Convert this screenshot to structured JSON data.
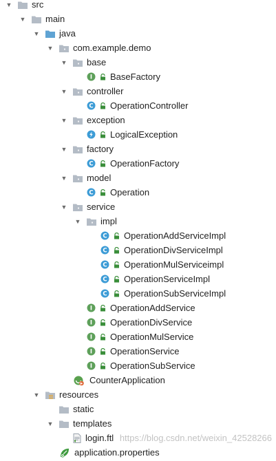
{
  "tree": [
    {
      "label": "src",
      "depth": 0,
      "expanded": true,
      "icon": "folder",
      "lock": false
    },
    {
      "label": "main",
      "depth": 1,
      "expanded": true,
      "icon": "folder",
      "lock": false
    },
    {
      "label": "java",
      "depth": 2,
      "expanded": true,
      "icon": "source-folder",
      "lock": false
    },
    {
      "label": "com.example.demo",
      "depth": 3,
      "expanded": true,
      "icon": "package",
      "lock": false
    },
    {
      "label": "base",
      "depth": 4,
      "expanded": true,
      "icon": "package",
      "lock": false
    },
    {
      "label": "BaseFactory",
      "depth": 5,
      "expanded": null,
      "icon": "interface",
      "lock": true
    },
    {
      "label": "controller",
      "depth": 4,
      "expanded": true,
      "icon": "package",
      "lock": false
    },
    {
      "label": "OperationController",
      "depth": 5,
      "expanded": null,
      "icon": "class",
      "lock": true
    },
    {
      "label": "exception",
      "depth": 4,
      "expanded": true,
      "icon": "package",
      "lock": false
    },
    {
      "label": "LogicalException",
      "depth": 5,
      "expanded": null,
      "icon": "exception",
      "lock": true
    },
    {
      "label": "factory",
      "depth": 4,
      "expanded": true,
      "icon": "package",
      "lock": false
    },
    {
      "label": "OperationFactory",
      "depth": 5,
      "expanded": null,
      "icon": "class",
      "lock": true
    },
    {
      "label": "model",
      "depth": 4,
      "expanded": true,
      "icon": "package",
      "lock": false
    },
    {
      "label": "Operation",
      "depth": 5,
      "expanded": null,
      "icon": "class",
      "lock": true
    },
    {
      "label": "service",
      "depth": 4,
      "expanded": true,
      "icon": "package",
      "lock": false
    },
    {
      "label": "impl",
      "depth": 5,
      "expanded": true,
      "icon": "package",
      "lock": false
    },
    {
      "label": "OperationAddServiceImpl",
      "depth": 6,
      "expanded": null,
      "icon": "class",
      "lock": true
    },
    {
      "label": "OperationDivServiceImpl",
      "depth": 6,
      "expanded": null,
      "icon": "class",
      "lock": true
    },
    {
      "label": "OperationMulServiceimpl",
      "depth": 6,
      "expanded": null,
      "icon": "class",
      "lock": true
    },
    {
      "label": "OperationServiceImpl",
      "depth": 6,
      "expanded": null,
      "icon": "class",
      "lock": true
    },
    {
      "label": "OperationSubServiceImpl",
      "depth": 6,
      "expanded": null,
      "icon": "class",
      "lock": true
    },
    {
      "label": "OperationAddService",
      "depth": 5,
      "expanded": null,
      "icon": "interface",
      "lock": true
    },
    {
      "label": "OperationDivService",
      "depth": 5,
      "expanded": null,
      "icon": "interface",
      "lock": true
    },
    {
      "label": "OperationMulService",
      "depth": 5,
      "expanded": null,
      "icon": "interface",
      "lock": true
    },
    {
      "label": "OperationService",
      "depth": 5,
      "expanded": null,
      "icon": "interface",
      "lock": true
    },
    {
      "label": "OperationSubService",
      "depth": 5,
      "expanded": null,
      "icon": "interface",
      "lock": true
    },
    {
      "label": "CounterApplication",
      "depth": 4,
      "expanded": null,
      "icon": "spring-boot-class",
      "lock": false
    },
    {
      "label": "resources",
      "depth": 2,
      "expanded": true,
      "icon": "resources-folder",
      "lock": false
    },
    {
      "label": "static",
      "depth": 3,
      "expanded": null,
      "icon": "folder",
      "lock": false
    },
    {
      "label": "templates",
      "depth": 3,
      "expanded": true,
      "icon": "folder",
      "lock": false
    },
    {
      "label": "login.ftl",
      "depth": 4,
      "expanded": null,
      "icon": "ftl-file",
      "lock": false
    },
    {
      "label": "application.properties",
      "depth": 3,
      "expanded": null,
      "icon": "properties-file",
      "lock": false
    }
  ],
  "watermark": "https://blog.csdn.net/weixin_42528266",
  "colors": {
    "folder": "#b4bcc6",
    "source_folder": "#5fa3d3",
    "class": "#3d9cd6",
    "interface": "#5ea05a",
    "exception": "#3d9cd6",
    "lock": "#3a8e3a",
    "spring": "#5aa14f"
  }
}
